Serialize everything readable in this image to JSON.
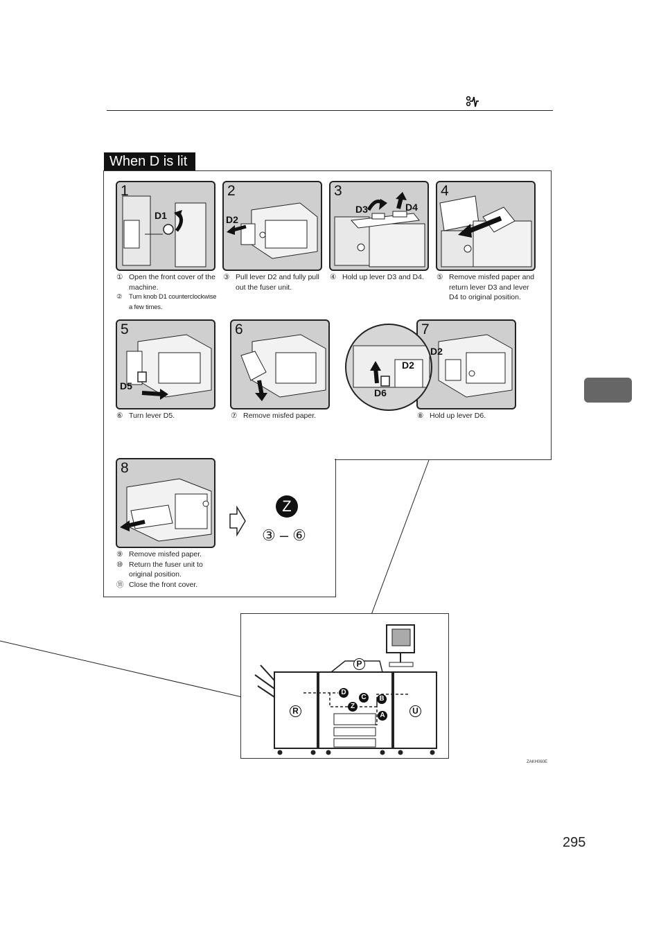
{
  "section_title": "When D is lit",
  "header_icon": "misfeed-icon",
  "steps": [
    {
      "num": "1",
      "labels": [
        "D1"
      ]
    },
    {
      "num": "2",
      "labels": [
        "D2"
      ]
    },
    {
      "num": "3",
      "labels": [
        "D3",
        "D4"
      ]
    },
    {
      "num": "4",
      "labels": []
    },
    {
      "num": "5",
      "labels": [
        "D5"
      ]
    },
    {
      "num": "6",
      "labels": []
    },
    {
      "num": "7",
      "labels": [
        "D2",
        "D6",
        "D2"
      ]
    },
    {
      "num": "8",
      "labels": []
    }
  ],
  "captions": {
    "c1": [
      {
        "mk": "①",
        "text": "Open the front cover of the machine."
      },
      {
        "mk": "②",
        "text": "Turn knob D1 counterclockwise a few times."
      }
    ],
    "c2": [
      {
        "mk": "③",
        "text": "Pull lever D2 and fully pull out the fuser unit."
      }
    ],
    "c3": [
      {
        "mk": "④",
        "text": "Hold up lever D3 and D4."
      }
    ],
    "c4": [
      {
        "mk": "⑤",
        "text": "Remove misfed paper and return lever D3 and lever D4 to original position."
      }
    ],
    "c5": [
      {
        "mk": "⑥",
        "text": "Turn lever D5."
      }
    ],
    "c6": [
      {
        "mk": "⑦",
        "text": "Remove misfed paper."
      }
    ],
    "c7": [
      {
        "mk": "⑧",
        "text": "Hold up lever D6."
      }
    ],
    "c8": [
      {
        "mk": "⑨",
        "text": "Remove misfed paper."
      },
      {
        "mk": "⑩",
        "text": "Return the fuser unit to original position."
      },
      {
        "mk": "⑪",
        "text": "Close the front cover."
      }
    ]
  },
  "next": {
    "badge": "Z",
    "range": "③ – ⑥"
  },
  "machine_labels": {
    "P": "P",
    "D": "D",
    "C": "C",
    "B": "B",
    "Z": "Z",
    "A": "A",
    "R": "R",
    "U": "U"
  },
  "figure_code": "ZAKH060E",
  "page_number": "295"
}
